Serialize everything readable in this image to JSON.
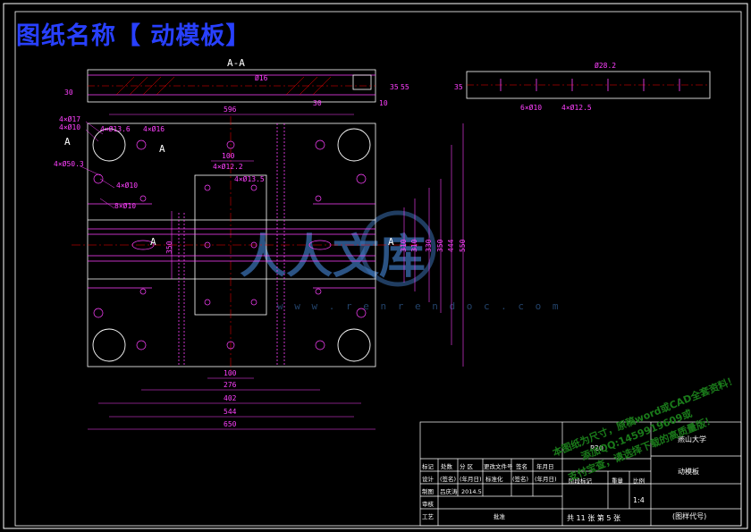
{
  "title": "图纸名称【 动模板】",
  "section_aa": "A-A",
  "section_labels": {
    "a_left": "A",
    "a_left2": "A",
    "a_center": "A",
    "a_center2": "A",
    "a_right": "A"
  },
  "top_view_dims": [
    "Ø16",
    "30",
    "30",
    "35",
    "55",
    "10"
  ],
  "right_view_dims": [
    "Ø28.2",
    "35",
    "6×Ø10",
    "4×Ø12.5"
  ],
  "callouts": [
    "4×Ø17",
    "4×Ø10",
    "4×Ø13.6",
    "4×Ø16",
    "4×Ø50.3",
    "4×Ø12.2",
    "4×Ø13.5",
    "4×Ø10",
    "8×Ø10"
  ],
  "top_dim": "596",
  "inner_dims": [
    "100",
    "350"
  ],
  "right_dims": [
    "310",
    "310",
    "330",
    "350",
    "444",
    "550"
  ],
  "bottom_dims": [
    "100",
    "276",
    "402",
    "544",
    "650"
  ],
  "title_block": {
    "part_code": "P20",
    "org": "燕山大学",
    "part_name": "动模板",
    "drawing_code": "(图样代号)",
    "scale": "1:4",
    "sheets": "共 11 张 第 5 张",
    "rev_headers": [
      "标记",
      "处数",
      "分 区",
      "更改文件号",
      "签名",
      "年月日"
    ],
    "row_design": [
      "设计",
      "(签名)",
      "(年月日)",
      "标准化",
      "(签名)",
      "(年月日)"
    ],
    "row_draw": [
      "制图",
      "吕庆涛",
      "2014.5"
    ],
    "row_check": "审核",
    "row_process": "工艺",
    "approve": "批准",
    "stage_mark": "阶段标记",
    "weight": "重量",
    "scale_label": "比例"
  },
  "watermark": {
    "logo": "人人文库",
    "url": "w w w . r e n r e n d o c . c o m",
    "promo": [
      "本图纸为尺寸，原稿word或CAD全套资料！",
      "添加QQ:1459919609或",
      "支付宝查，请选择下载的高质量版！"
    ]
  }
}
